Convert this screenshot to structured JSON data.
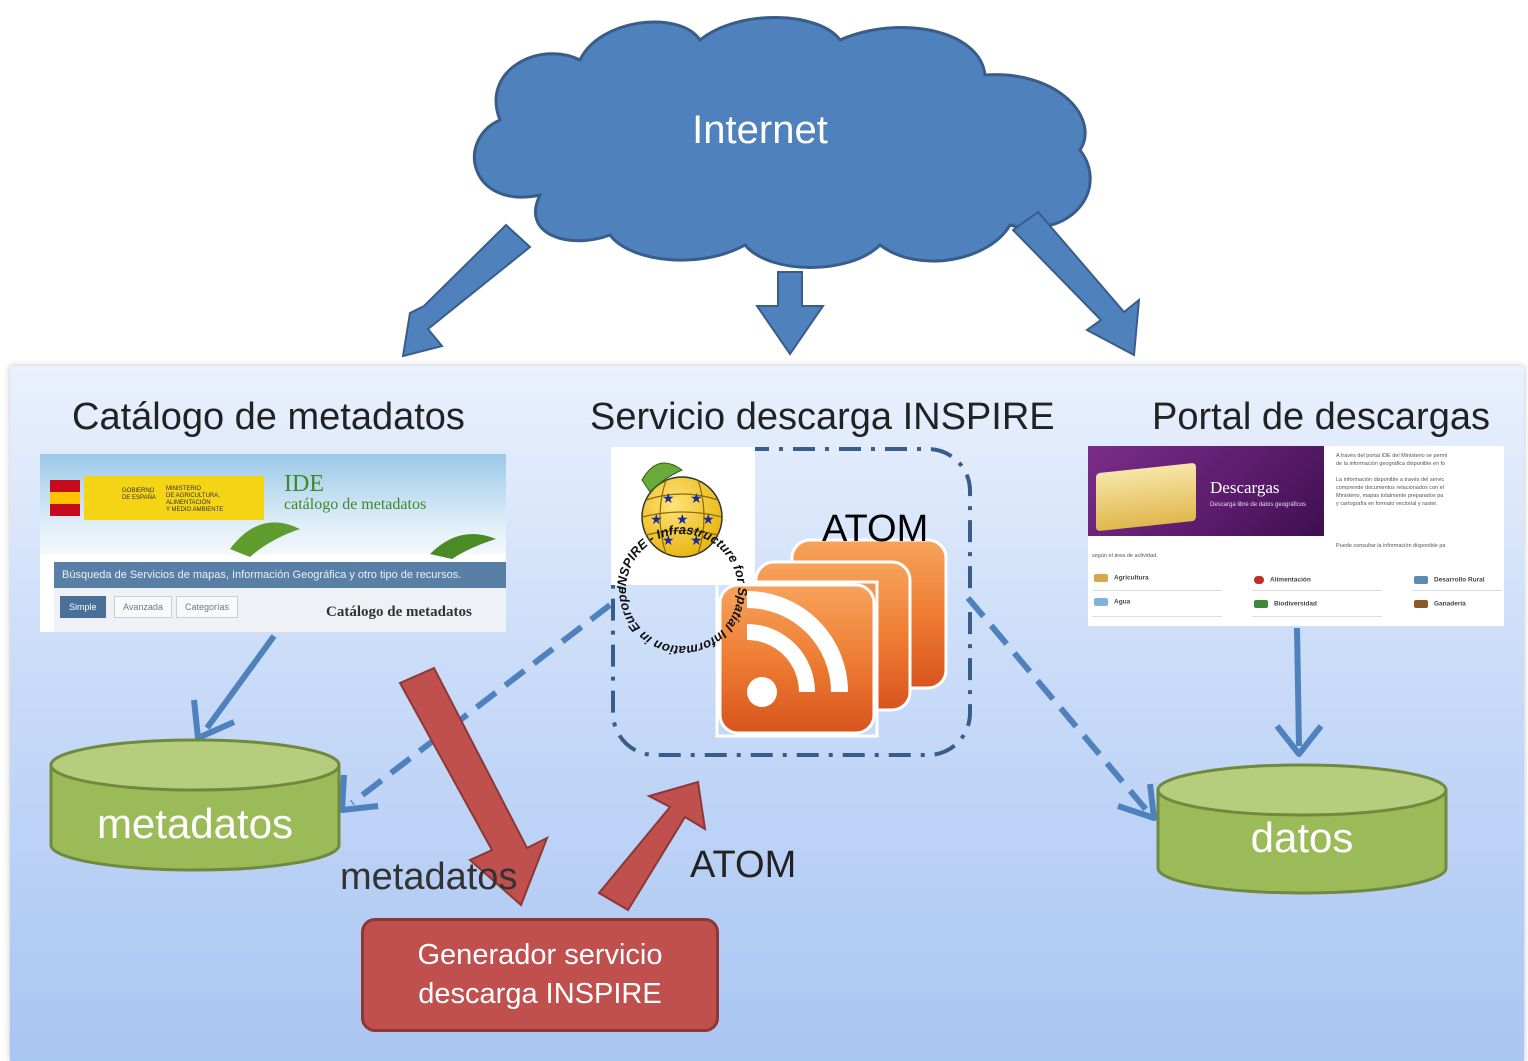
{
  "internet": {
    "label": "Internet"
  },
  "titles": {
    "catalog": "Catálogo de metadatos",
    "inspire": "Servicio descarga INSPIRE",
    "portal": "Portal de descargas"
  },
  "databases": {
    "metadata": "metadatos",
    "data": "datos"
  },
  "labels": {
    "atom_upper": "ATOM",
    "atom_lower": "ATOM",
    "metadatos_flow": "metadatos"
  },
  "generator": {
    "line1": "Generador servicio",
    "line2": "descarga INSPIRE"
  },
  "catalog_screenshot": {
    "gov_line1": "GOBIERNO",
    "gov_line2": "DE ESPAÑA",
    "ministry_line1": "MINISTERIO",
    "ministry_line2": "DE AGRICULTURA, ALIMENTACIÓN",
    "ministry_line3": "Y MEDIO AMBIENTE",
    "ide": "IDE",
    "subtitle": "catálogo de metadatos",
    "search_bar": "Búsqueda de Servicios de mapas, Información Geográfica y otro tipo de recursos.",
    "tabs": [
      "Simple",
      "Avanzada",
      "Categorías"
    ],
    "heading": "Catálogo de metadatos"
  },
  "portal_screenshot": {
    "banner_title": "Descargas",
    "banner_subtitle": "Descarga libre de datos geográficos",
    "p1_line1": "A través del portal IDE del Ministerio se permi",
    "p1_line2": "de la información geográfica disponible en fo",
    "p2_line1": "La información disponible a través del servic",
    "p2_line2": "comprende documentos relacionados con el",
    "p2_line3": "Ministerio, mapas totalmente preparados pa",
    "p2_line4": "y cartografía en formato vectorial y raster.",
    "p3_line1": "Puede consultar la información disponible pa",
    "area_text": "según el área de actividad.",
    "items": [
      "Agricultura",
      "Alimentación",
      "Desarrollo Rural",
      "Agua",
      "Biodiversidad",
      "Ganadería"
    ]
  },
  "inspire_logo": {
    "ring_text": "INSPIRE - Infrastructure for Spatial Information in Europe"
  },
  "colors": {
    "cloud": "#4f81bd",
    "db_fill": "#9bbb59",
    "db_stroke": "#71893f",
    "generator": "#c0504d",
    "arrow_blue": "#4f81bd",
    "arrow_red": "#c0504d",
    "rss_orange": "#e8642c"
  }
}
